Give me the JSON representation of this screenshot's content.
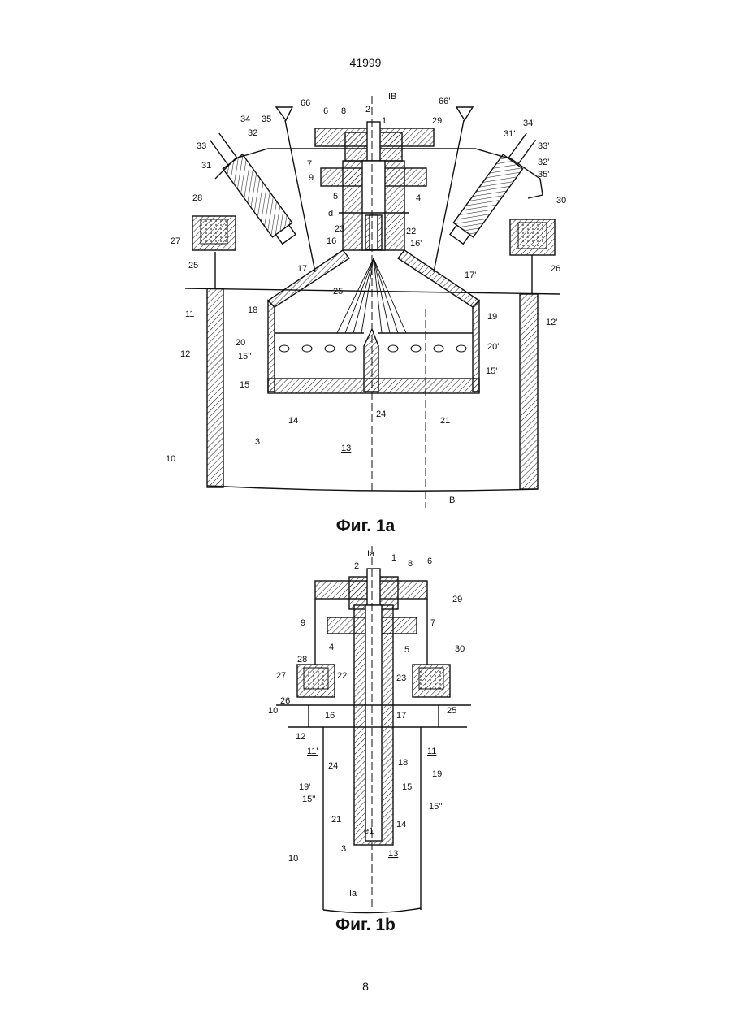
{
  "header": {
    "doc_number": "41999"
  },
  "figure_a": {
    "caption": "Фиг. 1a",
    "labels": {
      "l1": "1",
      "l2": "2",
      "IB_top": "IB",
      "l66": "66",
      "l6": "6",
      "l8": "8",
      "l66p": "66'",
      "l29": "29",
      "l34": "34",
      "l35": "35",
      "l32": "32",
      "l33": "33",
      "l31": "31",
      "l7": "7",
      "l9": "9",
      "l5": "5",
      "l4": "4",
      "d": "d",
      "l22": "22",
      "l23": "23",
      "l28": "28",
      "l27": "27",
      "l31p": "31'",
      "l34p": "34'",
      "l33p": "33'",
      "l32p": "32'",
      "l35p": "35'",
      "l30": "30",
      "l16": "16",
      "l16p": "16'",
      "l25a": "25",
      "l26": "26",
      "l17": "17",
      "l17p": "17'",
      "l25b": "25",
      "l11": "11",
      "l18": "18",
      "l19": "19",
      "l12p": "12'",
      "l20": "20",
      "l20p": "20'",
      "l12": "12",
      "l15pp": "15''",
      "l15": "15",
      "l15p": "15'",
      "l14": "14",
      "l24": "24",
      "l21": "21",
      "l3": "3",
      "l13": "13",
      "l10": "10",
      "IB_bot": "IB"
    }
  },
  "figure_b": {
    "caption": "Фиг. 1b",
    "labels": {
      "Ia_top": "Ia",
      "l2": "2",
      "l1": "1",
      "l8": "8",
      "l6": "6",
      "l29": "29",
      "l9": "9",
      "l7": "7",
      "l4": "4",
      "l5": "5",
      "l30": "30",
      "l28": "28",
      "l27": "27",
      "l22": "22",
      "l23": "23",
      "l26": "26",
      "l25": "25",
      "l10": "10",
      "l16": "16",
      "l17": "17",
      "l12": "12",
      "l11p": "11'",
      "l11": "11",
      "l24": "24",
      "l18": "18",
      "l19": "19",
      "l19p": "19'",
      "l15": "15",
      "l15pp": "15''",
      "l15ppp": "15'''",
      "l21": "21",
      "e1": "e1",
      "l14": "14",
      "l3": "3",
      "l13": "13",
      "Ia_bot": "Ia"
    }
  },
  "footer": {
    "page_number": "8"
  }
}
